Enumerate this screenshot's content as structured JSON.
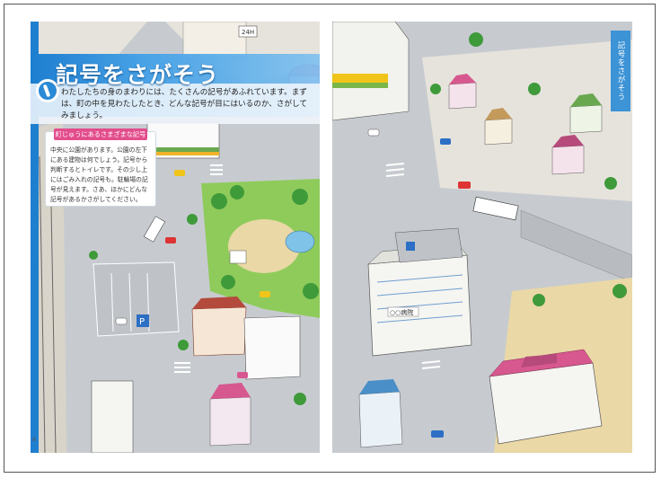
{
  "page": {
    "title": "記号をさがそう",
    "intro": "わたしたちの身のまわりには、たくさんの記号があふれています。まずは、町の中を見わたしたとき、どんな記号が目にはいるのか、さがしてみましょう。",
    "side_tab": "記号をさがそう",
    "page_number": "8"
  },
  "note": {
    "heading": "町じゅうにあるさまざまな記号",
    "body": "中央に公園があります。公園の左下にある建物は何でしょう。記号から判断するとトイレです。その少し上にはごみ入れの記号も。駐輪場の記号が見えます。さあ、ほかにどんな記号があるかさがしてください。"
  },
  "illustration": {
    "store_sign": "24H",
    "school_sign": "○○病院",
    "parking_sign": "P",
    "colors": {
      "road": "#c7cbd0",
      "sidewalk": "#e6e3dc",
      "grass": "#8fcb5b",
      "park_path": "#ead8a6",
      "building_white": "#f5f5f2",
      "roof_pink": "#d7588f",
      "roof_blue": "#4a8fc7",
      "accent_blue": "#1f7fcf",
      "note_pink": "#e34d8c"
    }
  }
}
